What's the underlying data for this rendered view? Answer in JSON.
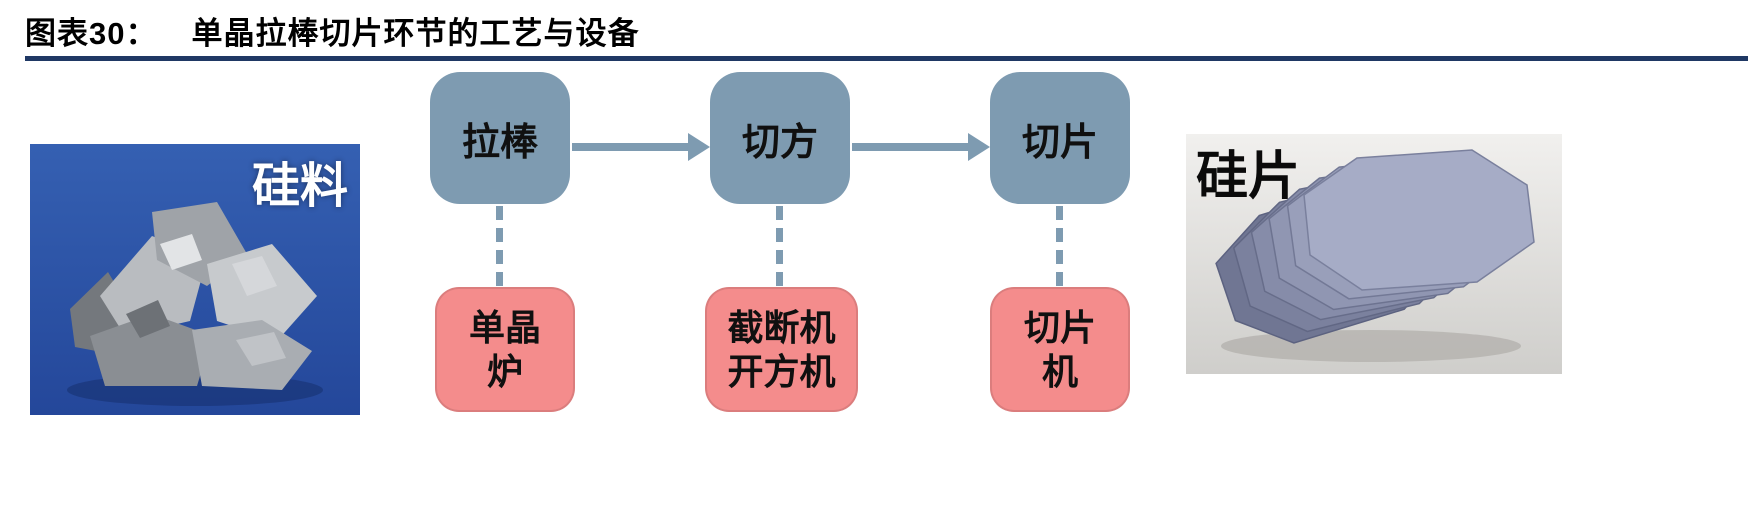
{
  "header": {
    "figure_label": "图表30：",
    "figure_title": "单晶拉棒切片环节的工艺与设备"
  },
  "flow": {
    "steps": [
      {
        "label": "拉棒"
      },
      {
        "label": "切方"
      },
      {
        "label": "切片"
      }
    ],
    "equipment": [
      {
        "lines": [
          "单晶",
          "炉"
        ]
      },
      {
        "lines": [
          "截断机",
          "开方机"
        ]
      },
      {
        "lines": [
          "切片",
          "机"
        ]
      }
    ]
  },
  "photos": {
    "left": {
      "caption": "硅料"
    },
    "right": {
      "caption": "硅片"
    }
  },
  "colors": {
    "divider": "#1F3864",
    "step_box": "#7E9BB1",
    "arrow": "#7E9BB1",
    "equipment_box": "#F48C8C",
    "left_photo_background": "#2E55A5",
    "wafer": "#8A90AC"
  }
}
